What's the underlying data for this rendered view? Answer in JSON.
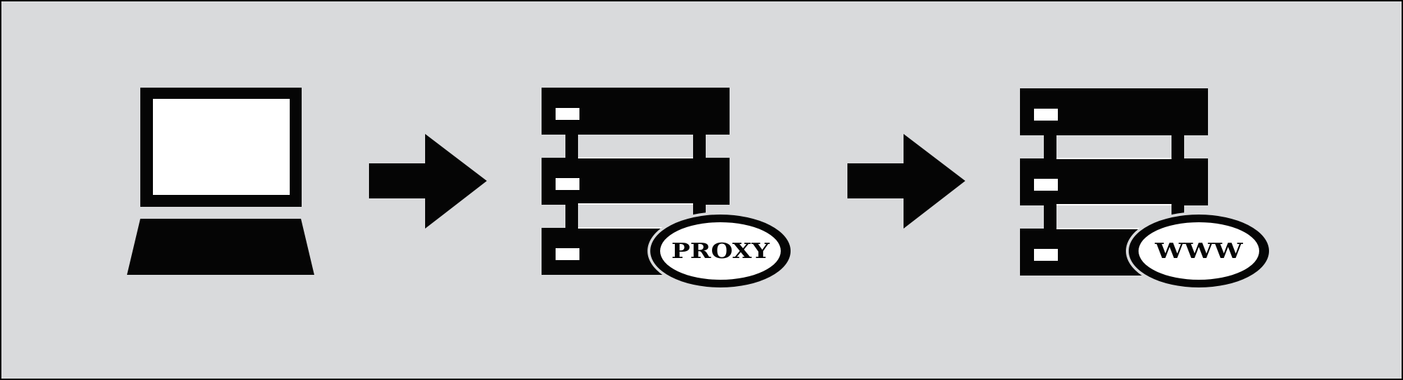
{
  "colors": {
    "background": "#d9dadc",
    "border": "#000000",
    "ink": "#050505",
    "paper": "#ffffff"
  },
  "nodes": [
    {
      "id": "client",
      "icon": "laptop-icon"
    },
    {
      "id": "proxy",
      "icon": "server-rack-icon",
      "badge_label": "PROXY"
    },
    {
      "id": "web",
      "icon": "server-rack-icon",
      "badge_label": "WWW"
    }
  ],
  "arrows": [
    {
      "from": "client",
      "to": "proxy",
      "icon": "arrow-right-icon"
    },
    {
      "from": "proxy",
      "to": "web",
      "icon": "arrow-right-icon"
    }
  ]
}
